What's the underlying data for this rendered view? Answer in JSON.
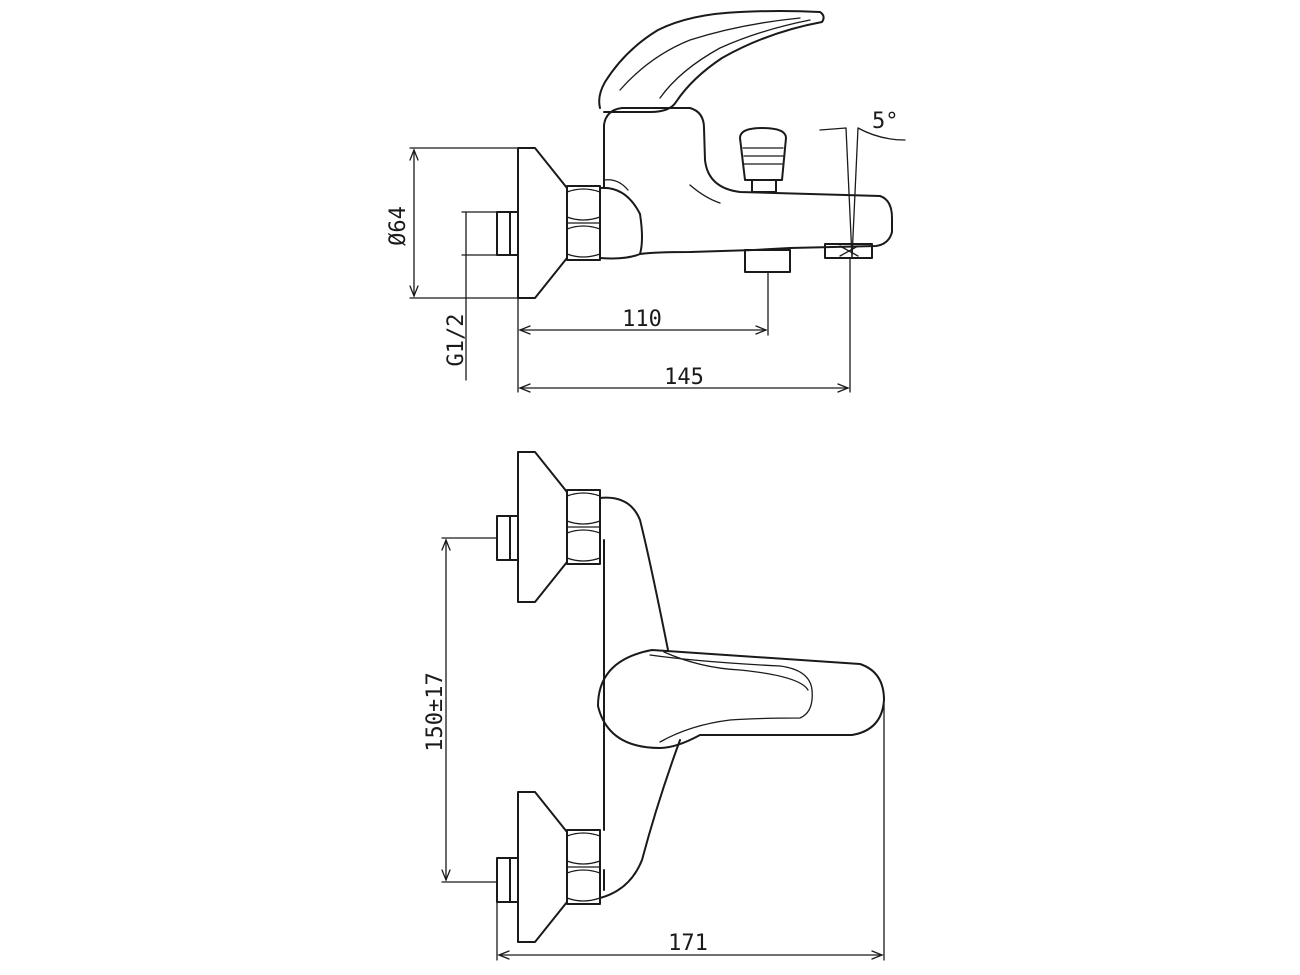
{
  "side_view": {
    "dim_diameter": "Ø64",
    "dim_thread": "G1/2",
    "dim_spout_offset": "110",
    "dim_total_depth": "145",
    "dim_angle": "5°"
  },
  "front_view": {
    "dim_centers": "150±17",
    "dim_total_width": "171"
  },
  "colors": {
    "line": "#1a1a1a",
    "background": "#ffffff"
  }
}
